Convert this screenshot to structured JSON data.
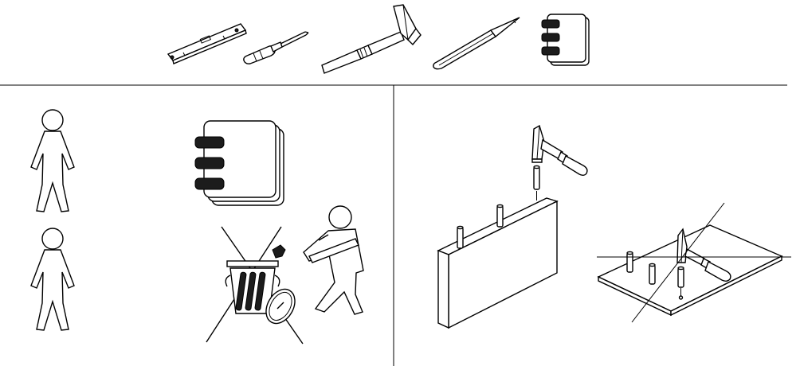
{
  "diagram": {
    "type": "assembly-instructions",
    "sections": [
      "tools-required",
      "safety-and-packaging",
      "assembly-step"
    ],
    "tools": [
      "spirit-level-icon",
      "screwdriver-icon",
      "hammer-icon",
      "pencil-icon",
      "manual-icon"
    ],
    "ink_color": "#000000",
    "dark_fill": "#1c1c1c",
    "background": "#ffffff"
  }
}
